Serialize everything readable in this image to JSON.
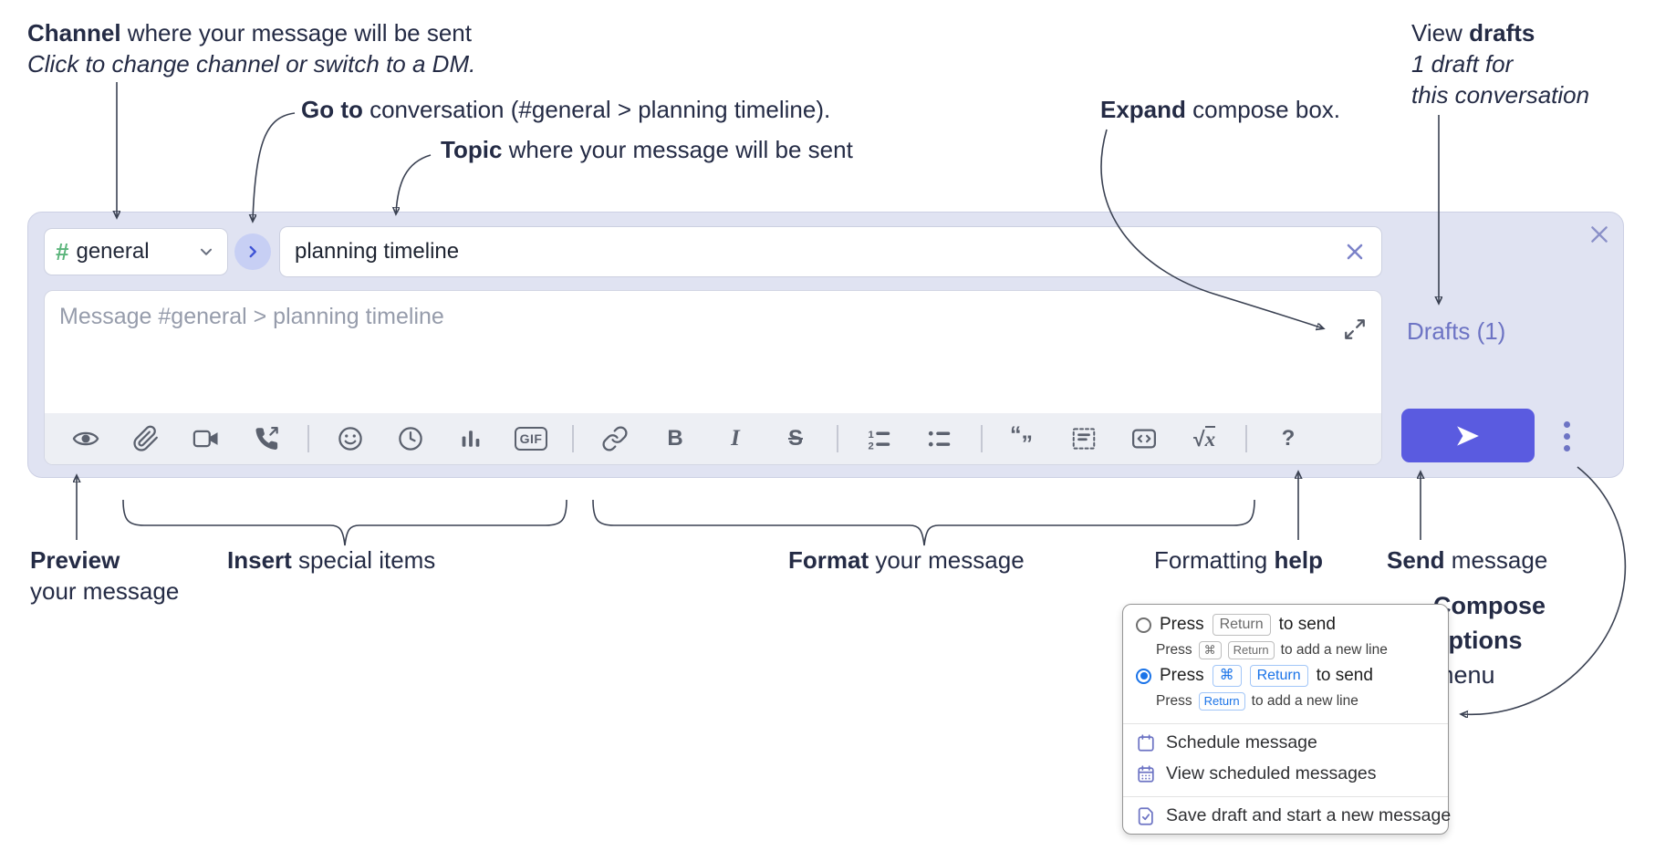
{
  "annotations": {
    "channel_line1_bold": "Channel",
    "channel_line1_rest": " where your message will be sent",
    "channel_line2": "Click to change channel or switch to a DM.",
    "goto_bold": "Go to",
    "goto_rest": " conversation (#general > planning timeline).",
    "topic_bold": "Topic",
    "topic_rest": " where your message will be sent",
    "expand_bold": "Expand",
    "expand_rest": " compose box.",
    "drafts_line1_pre": "View ",
    "drafts_line1_bold": "drafts",
    "drafts_line2": "1 draft for",
    "drafts_line3": "this conversation",
    "preview_bold": "Preview",
    "preview_line2": "your message",
    "insert_bold": "Insert",
    "insert_rest": " special items",
    "format_bold": "Format",
    "format_rest": " your message",
    "help_pre": "Formatting ",
    "help_bold": "help",
    "send_bold": "Send",
    "send_rest": " message",
    "compose_line1": "Compose",
    "compose_line2": "options",
    "compose_line3": "menu"
  },
  "composer": {
    "channel_hash": "#",
    "channel_name": "general",
    "topic_value": "planning timeline",
    "message_placeholder": "Message #general > planning timeline",
    "drafts_link": "Drafts (1)"
  },
  "icons": {
    "toolbar_icon_names": [
      "preview-eye",
      "attach-paperclip",
      "video-camera",
      "phone-call",
      "emoji-smiley",
      "schedule-clock",
      "poll-bar-chart",
      "gif",
      "link-chain",
      "bold",
      "italic",
      "strikethrough",
      "ordered-list",
      "bulleted-list",
      "blockquote",
      "code-block",
      "inline-code",
      "math-formula",
      "formatting-help"
    ],
    "gif_label": "GIF",
    "bold_glyph": "B",
    "italic_glyph": "I",
    "strike_glyph": "S",
    "help_glyph": "?",
    "ol_digit1": "1",
    "ol_digit2": "2",
    "quote_open": "“",
    "quote_close": "”",
    "math_sqrt": "√",
    "math_x": "x"
  },
  "options_menu": {
    "r1_press": "Press",
    "r1_key": "Return",
    "r1_suffix": "to send",
    "r1_sub_press": "Press",
    "r1_sub_key1": "⌘",
    "r1_sub_key2": "Return",
    "r1_sub_suffix": "to add a new line",
    "r2_press": "Press",
    "r2_key1": "⌘",
    "r2_key2": "Return",
    "r2_suffix": "to send",
    "r2_sub_press": "Press",
    "r2_sub_key": "Return",
    "r2_sub_suffix": "to add a new line",
    "item_schedule": "Schedule message",
    "item_view_scheduled": "View scheduled messages",
    "item_save_draft": "Save draft and start a new message"
  },
  "colors": {
    "accent_blurple": "#5a5be0",
    "link_purple": "#6d74c4",
    "channel_green": "#5cb57c",
    "key_blue": "#1a73e8",
    "composer_bg": "#e0e3f2"
  }
}
